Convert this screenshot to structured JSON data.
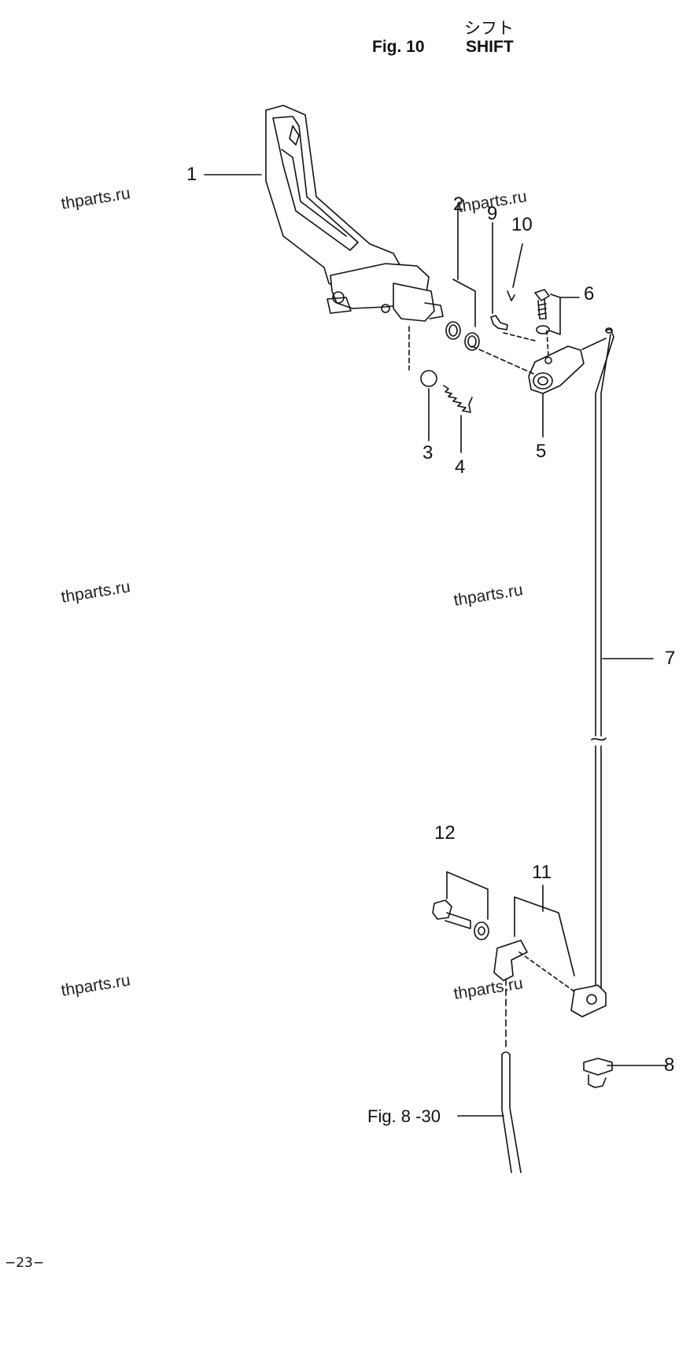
{
  "header": {
    "title_jp": "シフト",
    "fig_label": "Fig. 10",
    "title_en": "SHIFT"
  },
  "callouts": [
    {
      "id": "c1",
      "label": "1"
    },
    {
      "id": "c2",
      "label": "2"
    },
    {
      "id": "c3",
      "label": "3"
    },
    {
      "id": "c4",
      "label": "4"
    },
    {
      "id": "c5",
      "label": "5"
    },
    {
      "id": "c6",
      "label": "6"
    },
    {
      "id": "c7",
      "label": "7"
    },
    {
      "id": "c8",
      "label": "8"
    },
    {
      "id": "c9",
      "label": "9"
    },
    {
      "id": "c10",
      "label": "10"
    },
    {
      "id": "c11",
      "label": "11"
    },
    {
      "id": "c12",
      "label": "12"
    }
  ],
  "figure_reference": "Fig. 8 -30",
  "watermark": "thparts.ru",
  "page_number": "−23−",
  "colors": {
    "line": "#111111",
    "paper": "#ffffff"
  }
}
